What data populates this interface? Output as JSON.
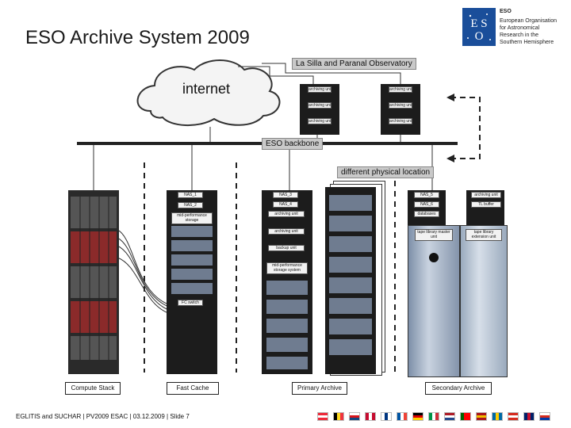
{
  "title": "ESO Archive System 2009",
  "logo": {
    "abbr": "ESO",
    "lines": [
      "European Organisation",
      "for Astronomical",
      "Research in the",
      "Southern Hemisphere"
    ]
  },
  "diagram": {
    "internet": "internet",
    "observatory": "La Silla and Paranal Observatory",
    "backbone": "ESO backbone",
    "physical": "different physical location",
    "obs_racks": [
      {
        "units": [
          "archiving unit",
          "archiving unit",
          "archiving unit"
        ]
      },
      {
        "units": [
          "archiving unit",
          "archiving unit",
          "archiving unit"
        ]
      }
    ],
    "fast_cache": {
      "units": [
        "NAS_1",
        "NAS_2",
        "mid-performance storage"
      ],
      "switch": "FC switch"
    },
    "primary": {
      "units": [
        "NAS_3",
        "NAS_4",
        "archiving unit",
        "archiving unit",
        "backup unit",
        "mid-performance storage system"
      ]
    },
    "secondary": {
      "units": [
        "NAS_5",
        "NAS_6",
        "databases"
      ],
      "units_right": [
        "archiving unit",
        "TL buffer"
      ],
      "library_master": "tape library master unit",
      "library_ext": "tape library extension unit"
    },
    "captions": {
      "compute": "Compute Stack",
      "fast": "Fast Cache",
      "primary": "Primary Archive",
      "secondary": "Secondary Archive"
    }
  },
  "footer": "EGLITIS and SUCHAR | PV2009 ESAC | 03.12.2009 | Slide 7",
  "flags": [
    {
      "c1": "#ed2939",
      "c2": "#ffffff",
      "c3": "#ed2939",
      "dir": "h"
    },
    {
      "c1": "#000000",
      "c2": "#fdda24",
      "c3": "#ef3340",
      "dir": "v"
    },
    {
      "c1": "#ffffff",
      "c2": "#d7141a",
      "c3": "#11457e",
      "dir": "h"
    },
    {
      "c1": "#c60c30",
      "c2": "#ffffff",
      "c3": "#c60c30",
      "dir": "v"
    },
    {
      "c1": "#ffffff",
      "c2": "#003580",
      "c3": "#ffffff",
      "dir": "v"
    },
    {
      "c1": "#0055a4",
      "c2": "#ffffff",
      "c3": "#ef4135",
      "dir": "v"
    },
    {
      "c1": "#000000",
      "c2": "#dd0000",
      "c3": "#ffce00",
      "dir": "h"
    },
    {
      "c1": "#009246",
      "c2": "#ffffff",
      "c3": "#ce2b37",
      "dir": "v"
    },
    {
      "c1": "#ae1c28",
      "c2": "#ffffff",
      "c3": "#21468b",
      "dir": "h"
    },
    {
      "c1": "#006600",
      "c2": "#ff0000",
      "c3": "#ff0000",
      "dir": "v"
    },
    {
      "c1": "#aa151b",
      "c2": "#f1bf00",
      "c3": "#aa151b",
      "dir": "h"
    },
    {
      "c1": "#006aa7",
      "c2": "#fecc00",
      "c3": "#006aa7",
      "dir": "v"
    },
    {
      "c1": "#d52b1e",
      "c2": "#ffffff",
      "c3": "#d52b1e",
      "dir": "h"
    },
    {
      "c1": "#012169",
      "c2": "#c8102e",
      "c3": "#012169",
      "dir": "v"
    },
    {
      "c1": "#ffffff",
      "c2": "#d52b1e",
      "c3": "#0039a6",
      "dir": "h"
    }
  ]
}
